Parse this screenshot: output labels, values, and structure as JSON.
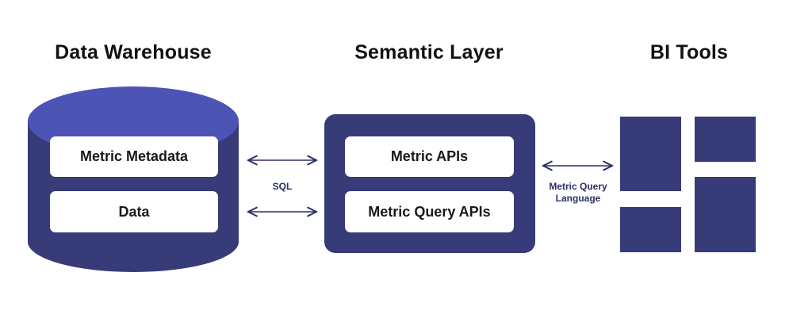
{
  "titles": {
    "warehouse": "Data Warehouse",
    "semantic": "Semantic Layer",
    "bi": "BI Tools"
  },
  "warehouse": {
    "items": [
      "Metric Metadata",
      "Data"
    ]
  },
  "semantic_layer": {
    "items": [
      "Metric APIs",
      "Metric Query APIs"
    ]
  },
  "connectors": {
    "warehouse_to_semantic": "SQL",
    "semantic_to_bi_line1": "Metric Query",
    "semantic_to_bi_line2": "Language"
  },
  "colors": {
    "primary": "#373b78",
    "cylinder_top": "#4c54b6",
    "arrow": "#2b2f66",
    "box": "#ffffff"
  },
  "icons": {
    "arrows": "double-headed-arrow-icon",
    "bi_tools": "dashboard-tiles-icon"
  }
}
